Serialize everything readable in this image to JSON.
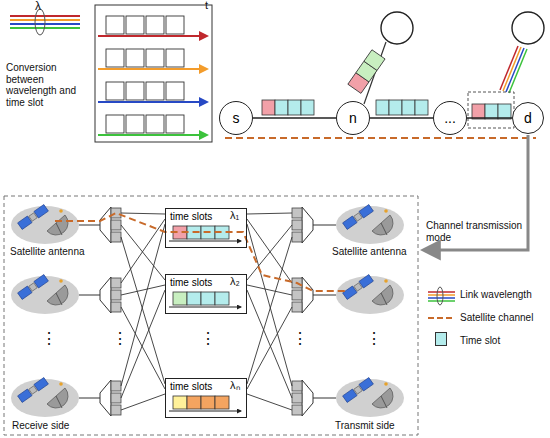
{
  "diagram": {
    "nodes": [
      {
        "text": [
          "s"
        ]
      },
      {
        "text": [
          "n"
        ]
      },
      {
        "text": [
          "..."
        ]
      },
      {
        "text": [
          "d"
        ]
      },
      {
        "text": [
          "time slots"
        ]
      },
      {
        "text": [
          "time slots"
        ]
      },
      {
        "text": [
          "time slots"
        ]
      }
    ],
    "edges": [
      {
        "from": 0,
        "to": 1,
        "arrow": "none"
      },
      {
        "from": 1,
        "to": 2,
        "arrow": "none"
      },
      {
        "from": 2,
        "to": 3,
        "arrow": "none"
      }
    ],
    "labels": [
      "λ",
      "Conversion between wavelength and time slot",
      "t",
      "Channel transmission mode",
      "Satellite antenna",
      "Satellite antenna",
      "λ₁",
      "λ₂",
      "λₙ",
      "⋮",
      "⋮",
      "⋮",
      "⋮",
      "⋮",
      "Receive side",
      "Transmit side"
    ],
    "legend": [
      {
        "text": "Link wavelength"
      },
      {
        "text": "Satellite channel"
      },
      {
        "text": "Time slot",
        "color": "#b4ecec"
      }
    ]
  }
}
